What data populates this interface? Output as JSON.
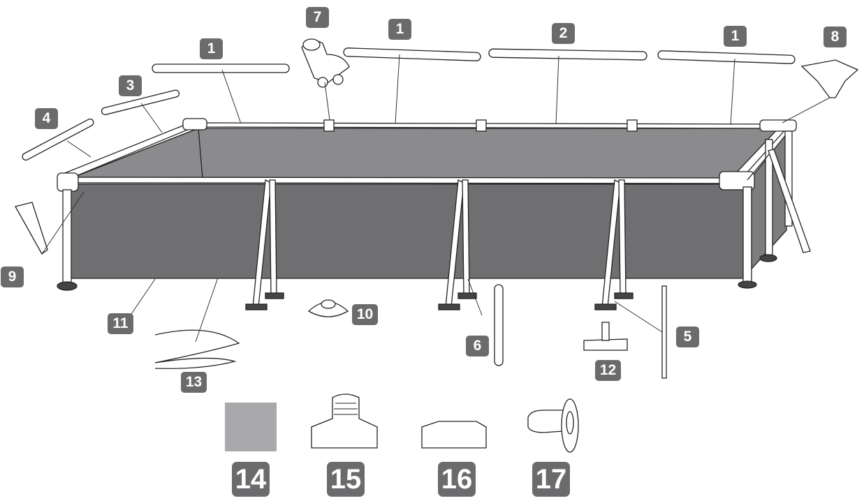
{
  "title": "Pool parts diagram",
  "colors": {
    "badge": "#6b6b6d",
    "wall_front": "#6f6f71",
    "wall_back": "#8b8b8d",
    "liner_sample": "#a9a9ab"
  },
  "parts": [
    {
      "id": "p7",
      "label": "7"
    },
    {
      "id": "p1a",
      "label": "1"
    },
    {
      "id": "p1b",
      "label": "1"
    },
    {
      "id": "p2",
      "label": "2"
    },
    {
      "id": "p1c",
      "label": "1"
    },
    {
      "id": "p8",
      "label": "8"
    },
    {
      "id": "p3",
      "label": "3"
    },
    {
      "id": "p4",
      "label": "4"
    },
    {
      "id": "p9",
      "label": "9"
    },
    {
      "id": "p10",
      "label": "10"
    },
    {
      "id": "p11",
      "label": "11"
    },
    {
      "id": "p6",
      "label": "6"
    },
    {
      "id": "p5",
      "label": "5"
    },
    {
      "id": "p12",
      "label": "12"
    },
    {
      "id": "p13",
      "label": "13"
    },
    {
      "id": "p14",
      "label": "14"
    },
    {
      "id": "p15",
      "label": "15"
    },
    {
      "id": "p16",
      "label": "16"
    },
    {
      "id": "p17",
      "label": "17"
    }
  ]
}
